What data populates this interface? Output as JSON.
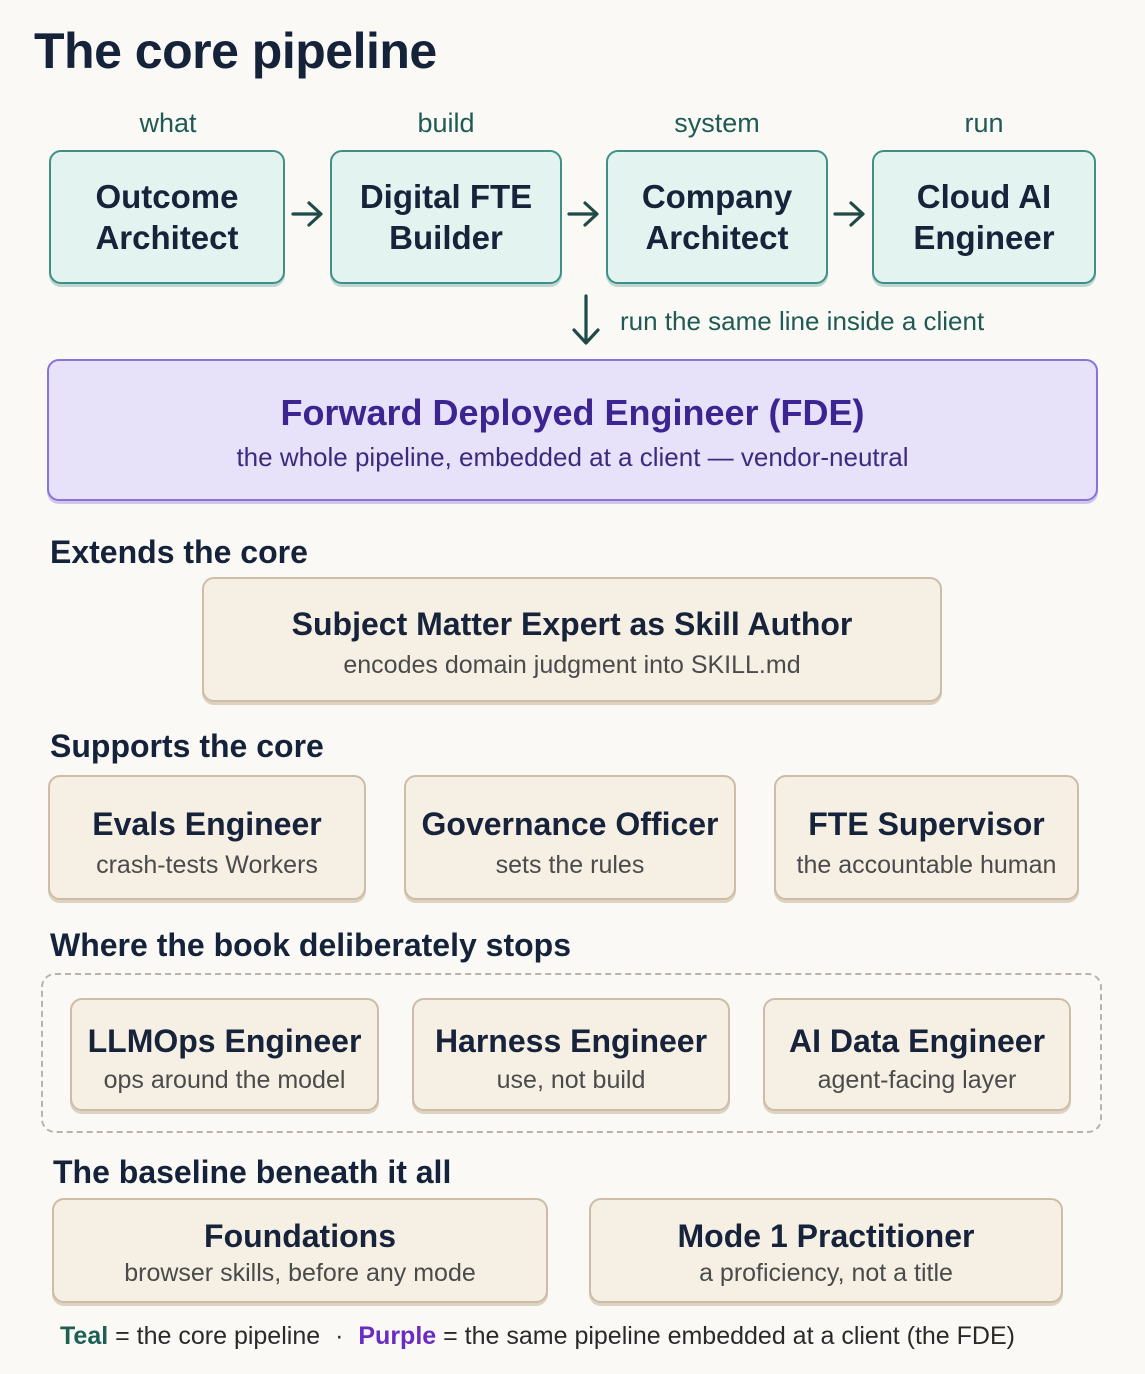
{
  "title": "The core pipeline",
  "pipeline": {
    "stages": [
      {
        "label": "what",
        "name": "Outcome\nArchitect"
      },
      {
        "label": "build",
        "name": "Digital FTE\nBuilder"
      },
      {
        "label": "system",
        "name": "Company\nArchitect"
      },
      {
        "label": "run",
        "name": "Cloud AI\nEngineer"
      }
    ],
    "down_note": "run the same line inside a client"
  },
  "fde": {
    "title": "Forward Deployed Engineer (FDE)",
    "subtitle": "the whole pipeline, embedded at a client — vendor-neutral"
  },
  "extends": {
    "heading": "Extends the core",
    "items": [
      {
        "title": "Subject Matter Expert as Skill Author",
        "subtitle": "encodes domain judgment into SKILL.md"
      }
    ]
  },
  "supports": {
    "heading": "Supports the core",
    "items": [
      {
        "title": "Evals Engineer",
        "subtitle": "crash-tests Workers"
      },
      {
        "title": "Governance Officer",
        "subtitle": "sets the rules"
      },
      {
        "title": "FTE Supervisor",
        "subtitle": "the accountable human"
      }
    ]
  },
  "stops": {
    "heading": "Where the book deliberately stops",
    "items": [
      {
        "title": "LLMOps Engineer",
        "subtitle": "ops around the model"
      },
      {
        "title": "Harness Engineer",
        "subtitle": "use, not build"
      },
      {
        "title": "AI Data Engineer",
        "subtitle": "agent-facing layer"
      }
    ]
  },
  "baseline": {
    "heading": "The baseline beneath it all",
    "items": [
      {
        "title": "Foundations",
        "subtitle": "browser skills, before any mode"
      },
      {
        "title": "Mode 1 Practitioner",
        "subtitle": "a proficiency, not a title"
      }
    ]
  },
  "legend": {
    "teal_word": "Teal",
    "teal_desc": "= the core pipeline",
    "separator": "·",
    "purple_word": "Purple",
    "purple_desc": "= the same pipeline embedded at a client (the FDE)"
  },
  "colors": {
    "teal_border": "#3f8f84",
    "teal_fill": "#e3f3f0",
    "purple_border": "#8a73d6",
    "purple_fill": "#e7e1fa",
    "beige_fill": "#f5efe4",
    "beige_border": "#cdbda6"
  }
}
